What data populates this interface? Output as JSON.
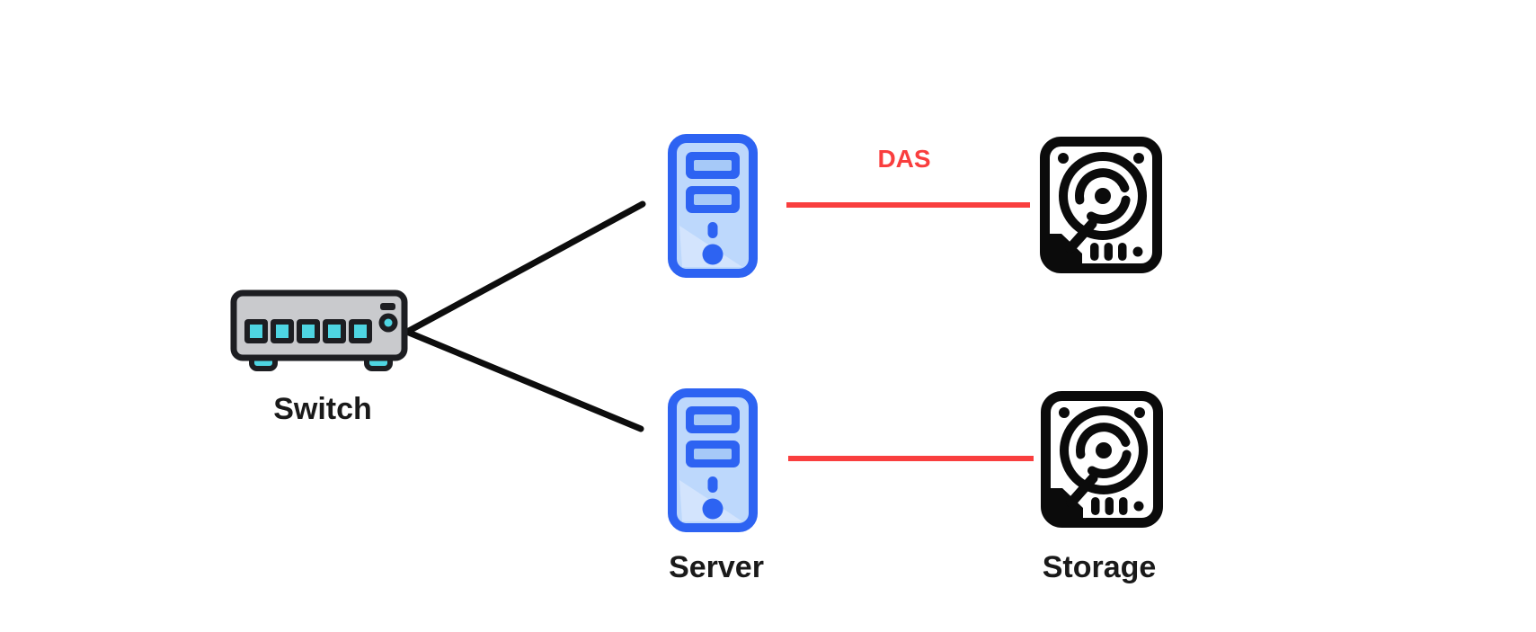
{
  "labels": {
    "switch": "Switch",
    "server": "Server",
    "storage": "Storage",
    "das": "DAS"
  },
  "colors": {
    "background": "#ffffff",
    "label-text": "#1a1a1a",
    "das-red": "#f93e3e",
    "link-black": "#0d0d0d",
    "server-blue": "#2d63f2",
    "server-body": "#bdd8fc",
    "server-bay-inner": "#a6c9f8",
    "server-sheen": "#d3e4fd",
    "switch-body": "#c9cacd",
    "switch-dark": "#1d1e22",
    "switch-teal": "#4ed5e2",
    "storage-black": "#0b0b0b"
  },
  "icons": {
    "switch": "network-switch-icon",
    "server_top": "server-top-icon",
    "server_bottom": "server-bottom-icon",
    "storage_top": "storage-top-icon",
    "storage_bottom": "storage-bottom-icon"
  }
}
